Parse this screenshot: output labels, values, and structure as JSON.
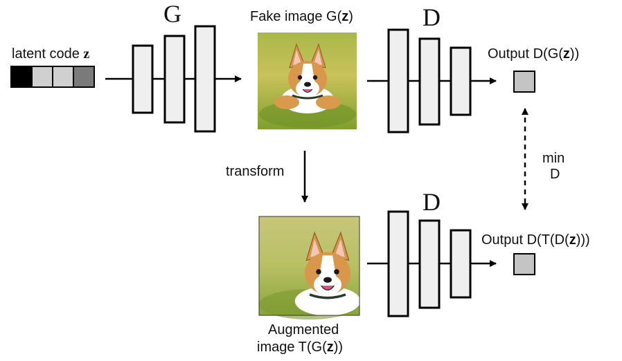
{
  "labels": {
    "latent": "latent code ",
    "latent_bold": "z",
    "G": "G",
    "fake_pre": "Fake image G(",
    "fake_bold": "z",
    "fake_post": ")",
    "D_top": "D",
    "D_bottom": "D",
    "out1_pre": "Output D(G(",
    "out1_bold": "z",
    "out1_post": "))",
    "transform": "transform",
    "min": "min",
    "min_D": "D",
    "out2_pre": "Output D(T(D(",
    "out2_bold": "z",
    "out2_post": ")))",
    "aug_line1": "Augmented",
    "aug_pre": "image T(G(",
    "aug_bold": "z",
    "aug_post": "))"
  },
  "latent_cells": [
    "#000000",
    "#d0d0d0",
    "#d0d0d0",
    "#7a7a7a"
  ],
  "image_description_icons": [
    "corgi-photo",
    "corgi-photo-augmented"
  ]
}
